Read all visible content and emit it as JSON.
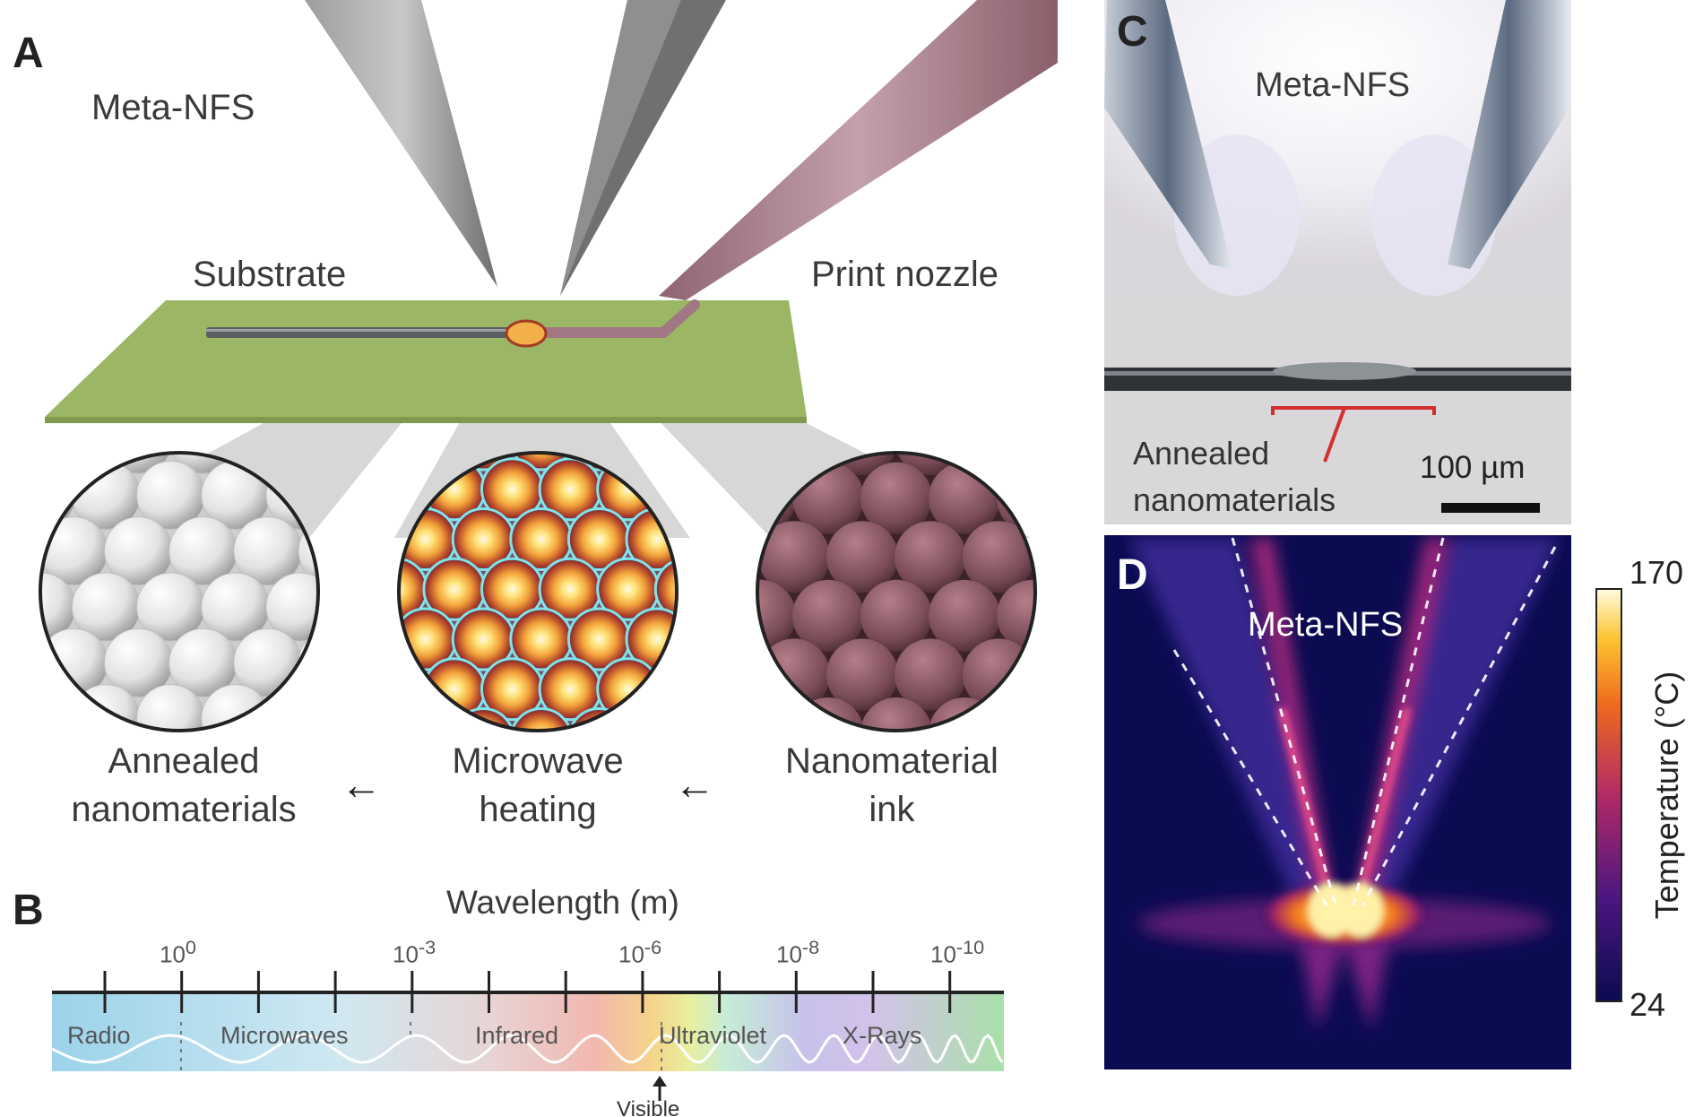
{
  "panels": {
    "a": {
      "letter": "A",
      "title": "Meta-NFS",
      "substrate": "Substrate",
      "print_nozzle": "Print nozzle",
      "stages": [
        {
          "line1": "Annealed",
          "line2": "nanomaterials"
        },
        {
          "line1": "Microwave",
          "line2": "heating"
        },
        {
          "line1": "Nanomaterial",
          "line2": "ink"
        }
      ],
      "arrow": "←"
    },
    "b": {
      "letter": "B",
      "axis_title": "Wavelength (m)",
      "ticks": [
        {
          "base": "10",
          "exp": "0"
        },
        {
          "base": "10",
          "exp": "-3"
        },
        {
          "base": "10",
          "exp": "-6"
        },
        {
          "base": "10",
          "exp": "-8"
        },
        {
          "base": "10",
          "exp": "-10"
        }
      ],
      "bands": [
        "Radio",
        "Microwaves",
        "Infrared",
        "Ultraviolet",
        "X-Rays"
      ],
      "visible_label": "Visible"
    },
    "c": {
      "letter": "C",
      "title": "Meta-NFS",
      "annotation_line1": "Annealed",
      "annotation_line2": "nanomaterials",
      "scale_bar": "100 µm"
    },
    "d": {
      "letter": "D",
      "title": "Meta-NFS",
      "colorbar_max": "170",
      "colorbar_min": "24",
      "colorbar_label": "Temperature (°C)"
    }
  },
  "colors": {
    "substrate": "#9bb765",
    "nozzle": "#a87e88",
    "probe": "#8a8a8a",
    "thermal_bg": "#0b0b52",
    "hot": "#ffd24a"
  }
}
